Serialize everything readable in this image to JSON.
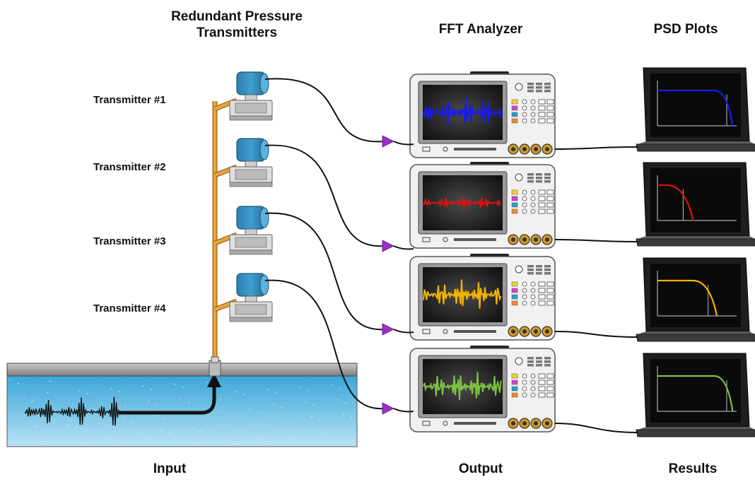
{
  "headers": {
    "transmitters_line1": "Redundant Pressure",
    "transmitters_line2": "Transmitters",
    "fft": "FFT Analyzer",
    "psd": "PSD Plots"
  },
  "transmitters": [
    {
      "label": "Transmitter #1"
    },
    {
      "label": "Transmitter #2"
    },
    {
      "label": "Transmitter #3"
    },
    {
      "label": "Transmitter #4"
    }
  ],
  "footers": {
    "input": "Input",
    "output": "Output",
    "results": "Results"
  },
  "channels": [
    {
      "wave_color": "#1a1aee",
      "psd_color": "#1a1aee",
      "psd_shape": "flat"
    },
    {
      "wave_color": "#dd1111",
      "psd_color": "#dd1111",
      "psd_shape": "early"
    },
    {
      "wave_color": "#f5b400",
      "psd_color": "#f5b400",
      "psd_shape": "mid"
    },
    {
      "wave_color": "#7dc242",
      "psd_color": "#7dc242",
      "psd_shape": "flat"
    }
  ],
  "colors": {
    "pipe": "#e8a33c",
    "transmitter_body": "#3f9fd0",
    "arrow_head": "#9b30c8",
    "water_top": "#3aa6d8",
    "water_bottom": "#b9e3f6"
  }
}
